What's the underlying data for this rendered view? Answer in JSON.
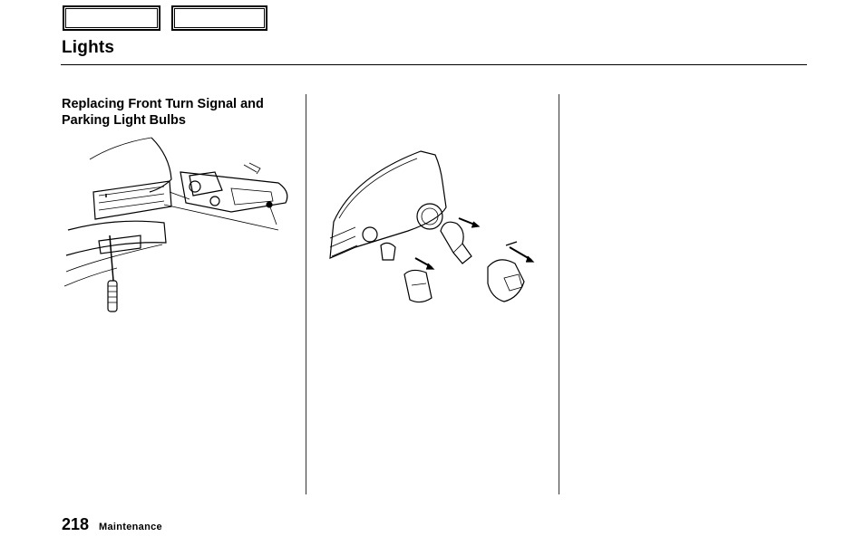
{
  "nav": {
    "prev_label": "",
    "next_label": ""
  },
  "page": {
    "title": "Lights",
    "section_heading": "Replacing Front Turn Signal and Parking Light Bulbs",
    "page_number": "218",
    "footer_label": "Maintenance"
  },
  "figures": [
    {
      "icon": "bumper-removal-illustration"
    },
    {
      "icon": "bulb-socket-illustration"
    }
  ]
}
